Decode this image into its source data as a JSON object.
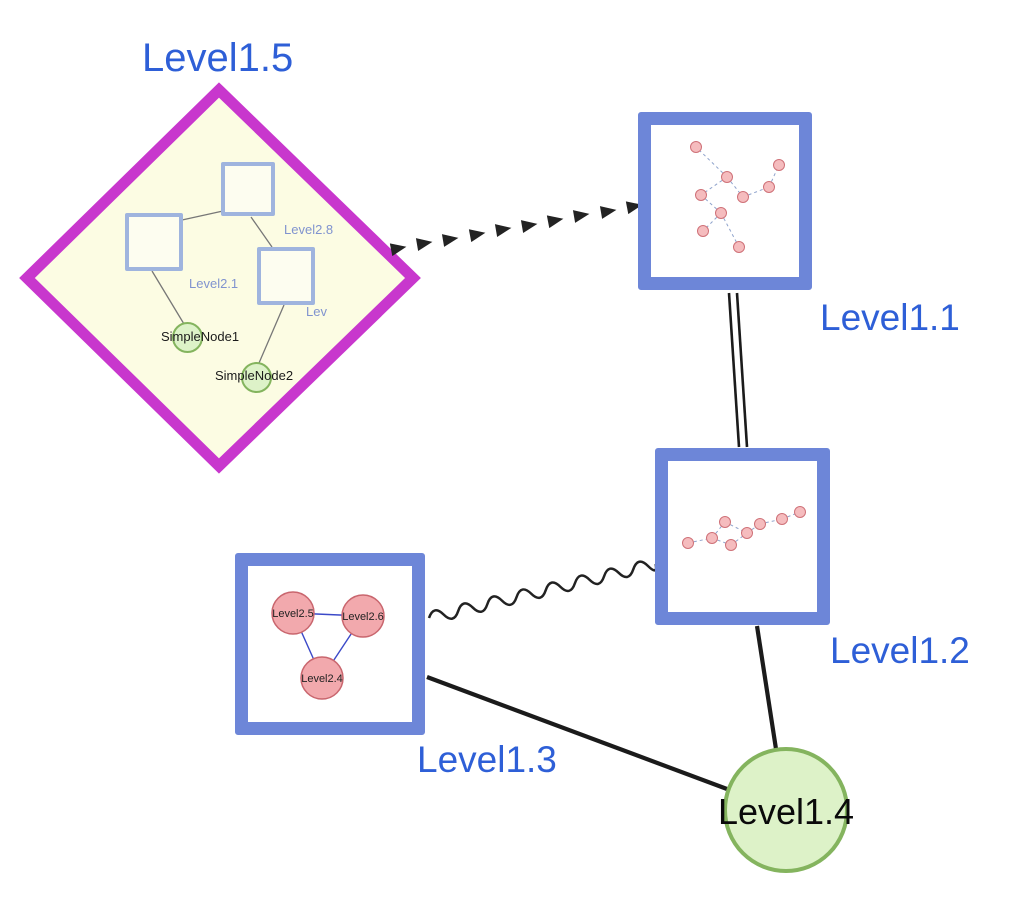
{
  "diagram": {
    "group": {
      "label": "Level1.5",
      "squares": [
        {
          "label": "Level2.8"
        },
        {
          "label": "Level2.1"
        },
        {
          "label": "Lev"
        }
      ],
      "simple_nodes": [
        {
          "label": "SimpleNode1"
        },
        {
          "label": "SimpleNode2"
        }
      ]
    },
    "nodes": [
      {
        "id": "level1-1",
        "label": "Level1.1",
        "type": "group-square"
      },
      {
        "id": "level1-2",
        "label": "Level1.2",
        "type": "group-square"
      },
      {
        "id": "level1-3",
        "label": "Level1.3",
        "type": "group-square"
      },
      {
        "id": "level1-4",
        "label": "Level1.4",
        "type": "circle"
      }
    ],
    "level13_children": [
      {
        "label": "Level2.5"
      },
      {
        "label": "Level2.6"
      },
      {
        "label": "Level2.4"
      }
    ],
    "edges": [
      {
        "from": "Level1.5",
        "to": "Level1.1",
        "style": "dashed-arrow-chain"
      },
      {
        "from": "Level1.1",
        "to": "Level1.2",
        "style": "double-line"
      },
      {
        "from": "Level1.3",
        "to": "Level1.2",
        "style": "wavy"
      },
      {
        "from": "Level1.3",
        "to": "Level1.4",
        "style": "solid"
      },
      {
        "from": "Level1.2",
        "to": "Level1.4",
        "style": "solid"
      }
    ],
    "colors": {
      "label_blue": "#2e5fd7",
      "node_border_blue": "#6d86d8",
      "diamond_border": "#c837cd",
      "diamond_fill": "#fcfce3",
      "green_fill": "#ddf2c8",
      "green_border": "#84b45e",
      "pink_fill": "#f3b0b4",
      "pink_border": "#c9666e",
      "edge_black": "#222222"
    }
  }
}
